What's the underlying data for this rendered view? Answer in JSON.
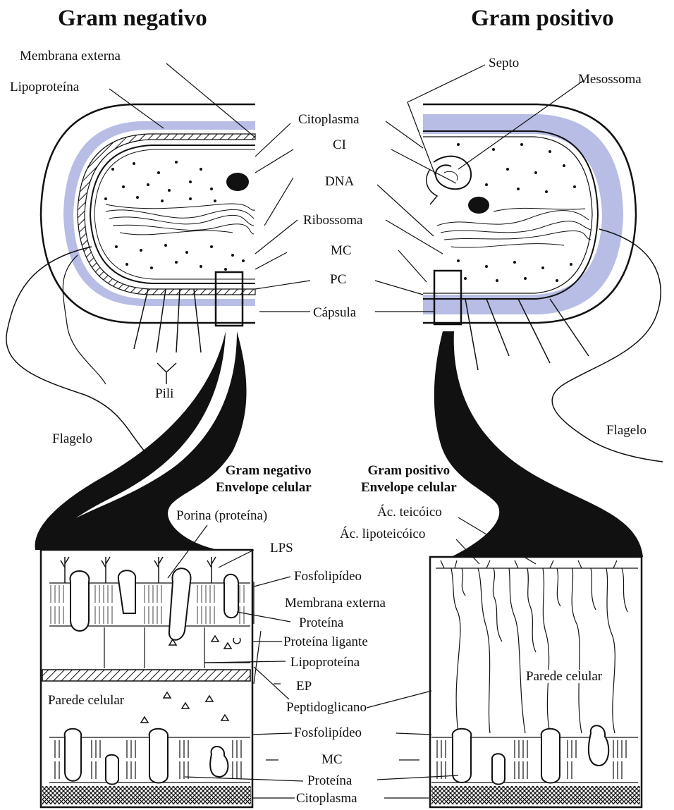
{
  "titles": {
    "left": "Gram negativo",
    "right": "Gram positivo"
  },
  "subtitles": {
    "left_line1": "Gram negativo",
    "left_line2": "Envelope celular",
    "right_line1": "Gram positivo",
    "right_line2": "Envelope celular"
  },
  "cell_labels": {
    "membrana_externa": "Membrana externa",
    "lipoproteina": "Lipoproteína",
    "septo": "Septo",
    "mesossoma": "Mesossoma",
    "citoplasma": "Citoplasma",
    "ci": "CI",
    "dna": "DNA",
    "ribossoma": "Ribossoma",
    "mc": "MC",
    "pc": "PC",
    "capsula": "Cápsula",
    "pili": "Pili",
    "flagelo_left": "Flagelo",
    "flagelo_right": "Flagelo"
  },
  "envelope_labels": {
    "porina": "Porina (proteína)",
    "lps": "LPS",
    "fosfolipideo_top": "Fosfolipídeo",
    "membrana_externa": "Membrana externa",
    "proteina_top": "Proteína",
    "proteina_ligante": "Proteína ligante",
    "lipoproteina": "Lipoproteína",
    "ep": "EP",
    "parede_celular_left": "Parede celular",
    "peptidoglicano": "Peptidoglicano",
    "fosfolipideo_bottom": "Fosfolipídeo",
    "mc": "MC",
    "proteina_bottom": "Proteína",
    "citoplasma": "Citoplasma",
    "ac_teicoico": "Ác. teicóico",
    "ac_lipoteicoico": "Ác. lipoteicóico",
    "parede_celular_right": "Parede celular"
  },
  "colors": {
    "capsule": "#b8bde6",
    "ink": "#111111",
    "background": "#ffffff"
  }
}
